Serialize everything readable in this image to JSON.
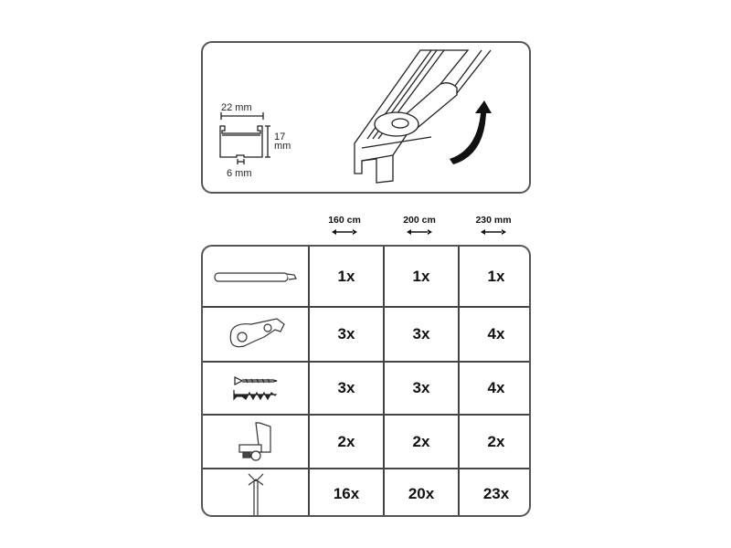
{
  "profile": {
    "width_label": "22 mm",
    "height_label_1": "17",
    "height_label_2": "mm",
    "gap_label": "6 mm"
  },
  "columns": [
    {
      "label": "160 cm"
    },
    {
      "label": "200 cm"
    },
    {
      "label": "230 mm"
    }
  ],
  "rows": [
    {
      "item": "rail-connector-icon",
      "counts": [
        "1x",
        "1x",
        "1x"
      ]
    },
    {
      "item": "bracket-clip-icon",
      "counts": [
        "3x",
        "3x",
        "4x"
      ]
    },
    {
      "item": "screw-and-plug-icon",
      "counts": [
        "3x",
        "3x",
        "4x"
      ]
    },
    {
      "item": "end-stop-icon",
      "counts": [
        "2x",
        "2x",
        "2x"
      ]
    },
    {
      "item": "glider-hook-icon",
      "counts": [
        "16x",
        "20x",
        "23x"
      ]
    }
  ]
}
